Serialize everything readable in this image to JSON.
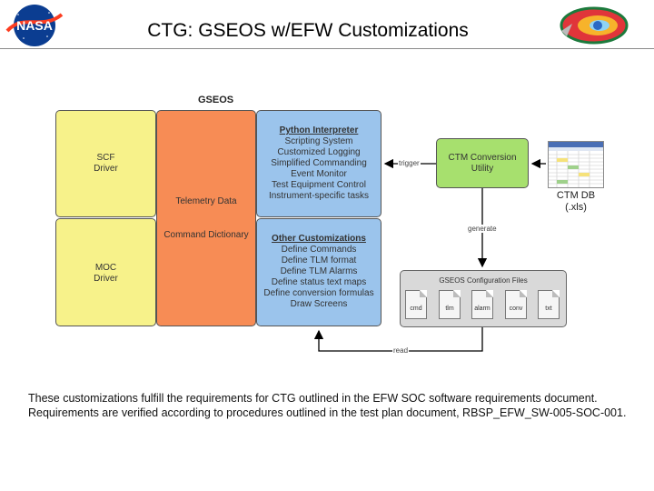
{
  "header": {
    "title": "CTG: GSEOS w/EFW Customizations",
    "nasa_logo_text": "NASA"
  },
  "diagram": {
    "gseos_label": "GSEOS",
    "scf_driver": [
      "SCF",
      "Driver"
    ],
    "moc_driver": [
      "MOC",
      "Driver"
    ],
    "telemetry_data": "Telemetry Data",
    "command_dictionary": "Command Dictionary",
    "python_interpreter": {
      "heading": "Python Interpreter",
      "items": [
        "Scripting System",
        "Customized Logging",
        "Simplified Commanding",
        "Event Monitor",
        "Test Equipment Control",
        "Instrument-specific tasks"
      ]
    },
    "other_customizations": {
      "heading": "Other Customizations",
      "items": [
        "Define Commands",
        "Define TLM format",
        "Define TLM Alarms",
        "Define status text maps",
        "Define conversion formulas",
        "Draw Screens"
      ]
    },
    "ctm_conversion": [
      "CTM Conversion",
      "Utility"
    ],
    "ctm_db": [
      "CTM DB",
      "(.xls)"
    ],
    "config_files": {
      "title": "GSEOS Configuration Files",
      "files": [
        "cmd",
        "tlm",
        "alarm",
        "conv",
        "txt"
      ]
    },
    "arrow_labels": {
      "trigger": "trigger",
      "generate": "generate",
      "read": "read"
    }
  },
  "body_text": "These customizations fulfill the requirements for CTG outlined in the EFW SOC software requirements document.  Requirements are verified according to procedures outlined in the test plan document, RBSP_EFW_SW-005-SOC-001.",
  "colors": {
    "driver_yellow": "#f7f28a",
    "data_orange": "#f78c55",
    "custom_blue": "#9bc4ec",
    "utility_green": "#a7e06e",
    "config_grey": "#d9d9d9",
    "heading_blue": "#1b3f87",
    "nasa_blue": "#0b3d91",
    "nasa_red": "#fc3d21"
  }
}
